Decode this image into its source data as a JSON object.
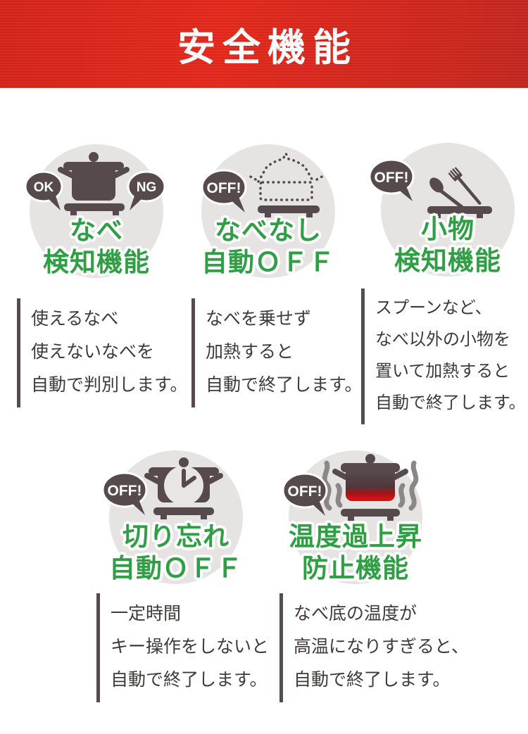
{
  "header": {
    "title": "安全機能"
  },
  "colors": {
    "banner_red": "#e5281c",
    "banner_red_dark": "#c4261f",
    "banner_red_deep": "#d6241a",
    "title_green": "#2f9e44",
    "circle_gray": "#e5e4e2",
    "icon_dark": "#564a4d",
    "alert_red": "#d31117",
    "steam_gray": "#8d8688",
    "text_dark": "#3e3a3a",
    "bar_color": "#574b4e"
  },
  "features": [
    {
      "id": "pot-detection",
      "badges": [
        "OK",
        "NG"
      ],
      "title_lines": [
        "なべ",
        "検知機能"
      ],
      "desc_lines": [
        "使えるなべ",
        "使えないなべを",
        "自動で判別します。"
      ]
    },
    {
      "id": "no-pot-auto-off",
      "badges": [
        "OFF!"
      ],
      "title_lines": [
        "なべなし",
        "自動ＯＦＦ"
      ],
      "desc_lines": [
        "なべを乗せず",
        "加熱すると",
        "自動で終了します。"
      ]
    },
    {
      "id": "small-item-detection",
      "badges": [
        "OFF!"
      ],
      "title_lines": [
        "小物",
        "検知機能"
      ],
      "desc_lines": [
        "スプーンなど、",
        "なべ以外の小物を",
        "置いて加熱すると",
        "自動で終了します。"
      ]
    },
    {
      "id": "forget-auto-off",
      "badges": [
        "OFF!"
      ],
      "title_lines": [
        "切り忘れ",
        "自動ＯＦＦ"
      ],
      "desc_lines": [
        "一定時間",
        "キー操作をしないと",
        "自動で終了します。"
      ]
    },
    {
      "id": "overheat-prevention",
      "badges": [
        "OFF!"
      ],
      "title_lines": [
        "温度過上昇",
        "防止機能"
      ],
      "desc_lines": [
        "なべ底の温度が",
        "高温になりすぎると、",
        "自動で終了します。"
      ]
    }
  ]
}
